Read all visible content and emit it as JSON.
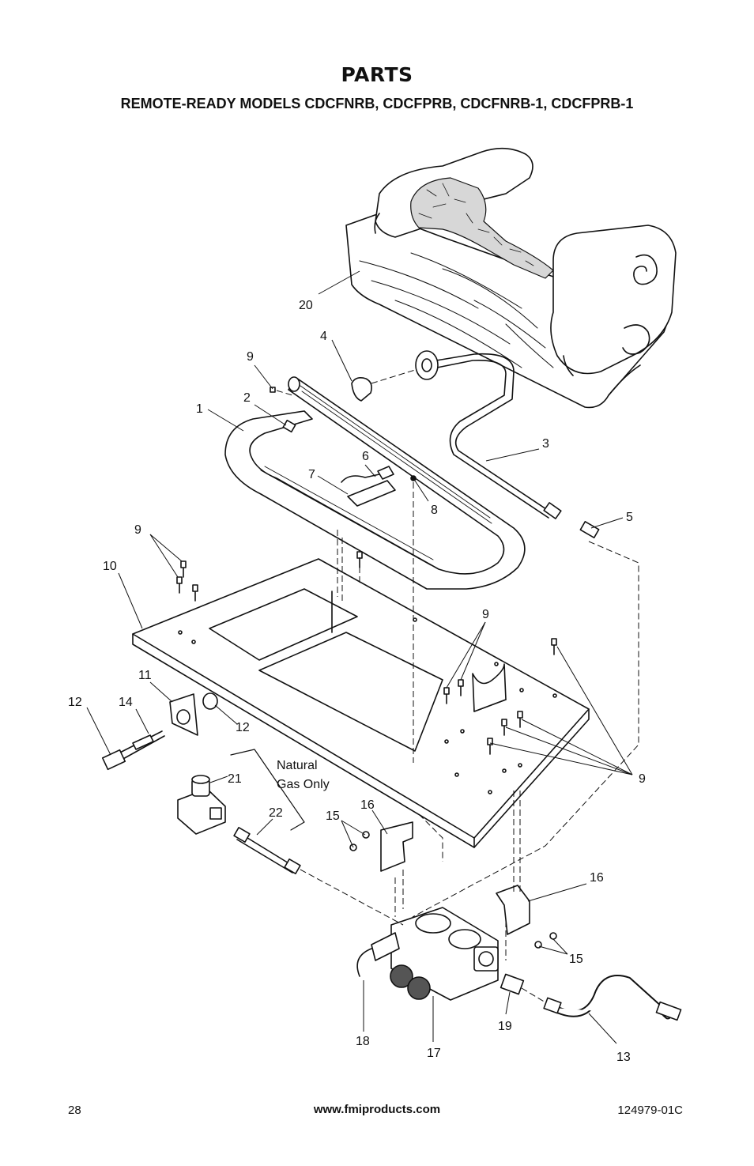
{
  "header": {
    "title": "PARTS",
    "subtitle": "REMOTE-READY MODELS CDCFNRB, CDCFPRB, CDCFNRB-1, CDCFPRB-1"
  },
  "callouts": {
    "c1": "1",
    "c2": "2",
    "c3": "3",
    "c4": "4",
    "c5": "5",
    "c6": "6",
    "c7": "7",
    "c8": "8",
    "c9a": "9",
    "c9b": "9",
    "c9c": "9",
    "c9d": "9",
    "c10": "10",
    "c11": "11",
    "c12a": "12",
    "c12b": "12",
    "c13": "13",
    "c14": "14",
    "c15a": "15",
    "c15b": "15",
    "c16a": "16",
    "c16b": "16",
    "c17": "17",
    "c18": "18",
    "c19": "19",
    "c20": "20",
    "c21": "21",
    "c22": "22",
    "note_line1": "Natural",
    "note_line2": "Gas Only"
  },
  "footer": {
    "page_number": "28",
    "website": "www.fmiproducts.com",
    "doc_number": "124979-01C"
  }
}
